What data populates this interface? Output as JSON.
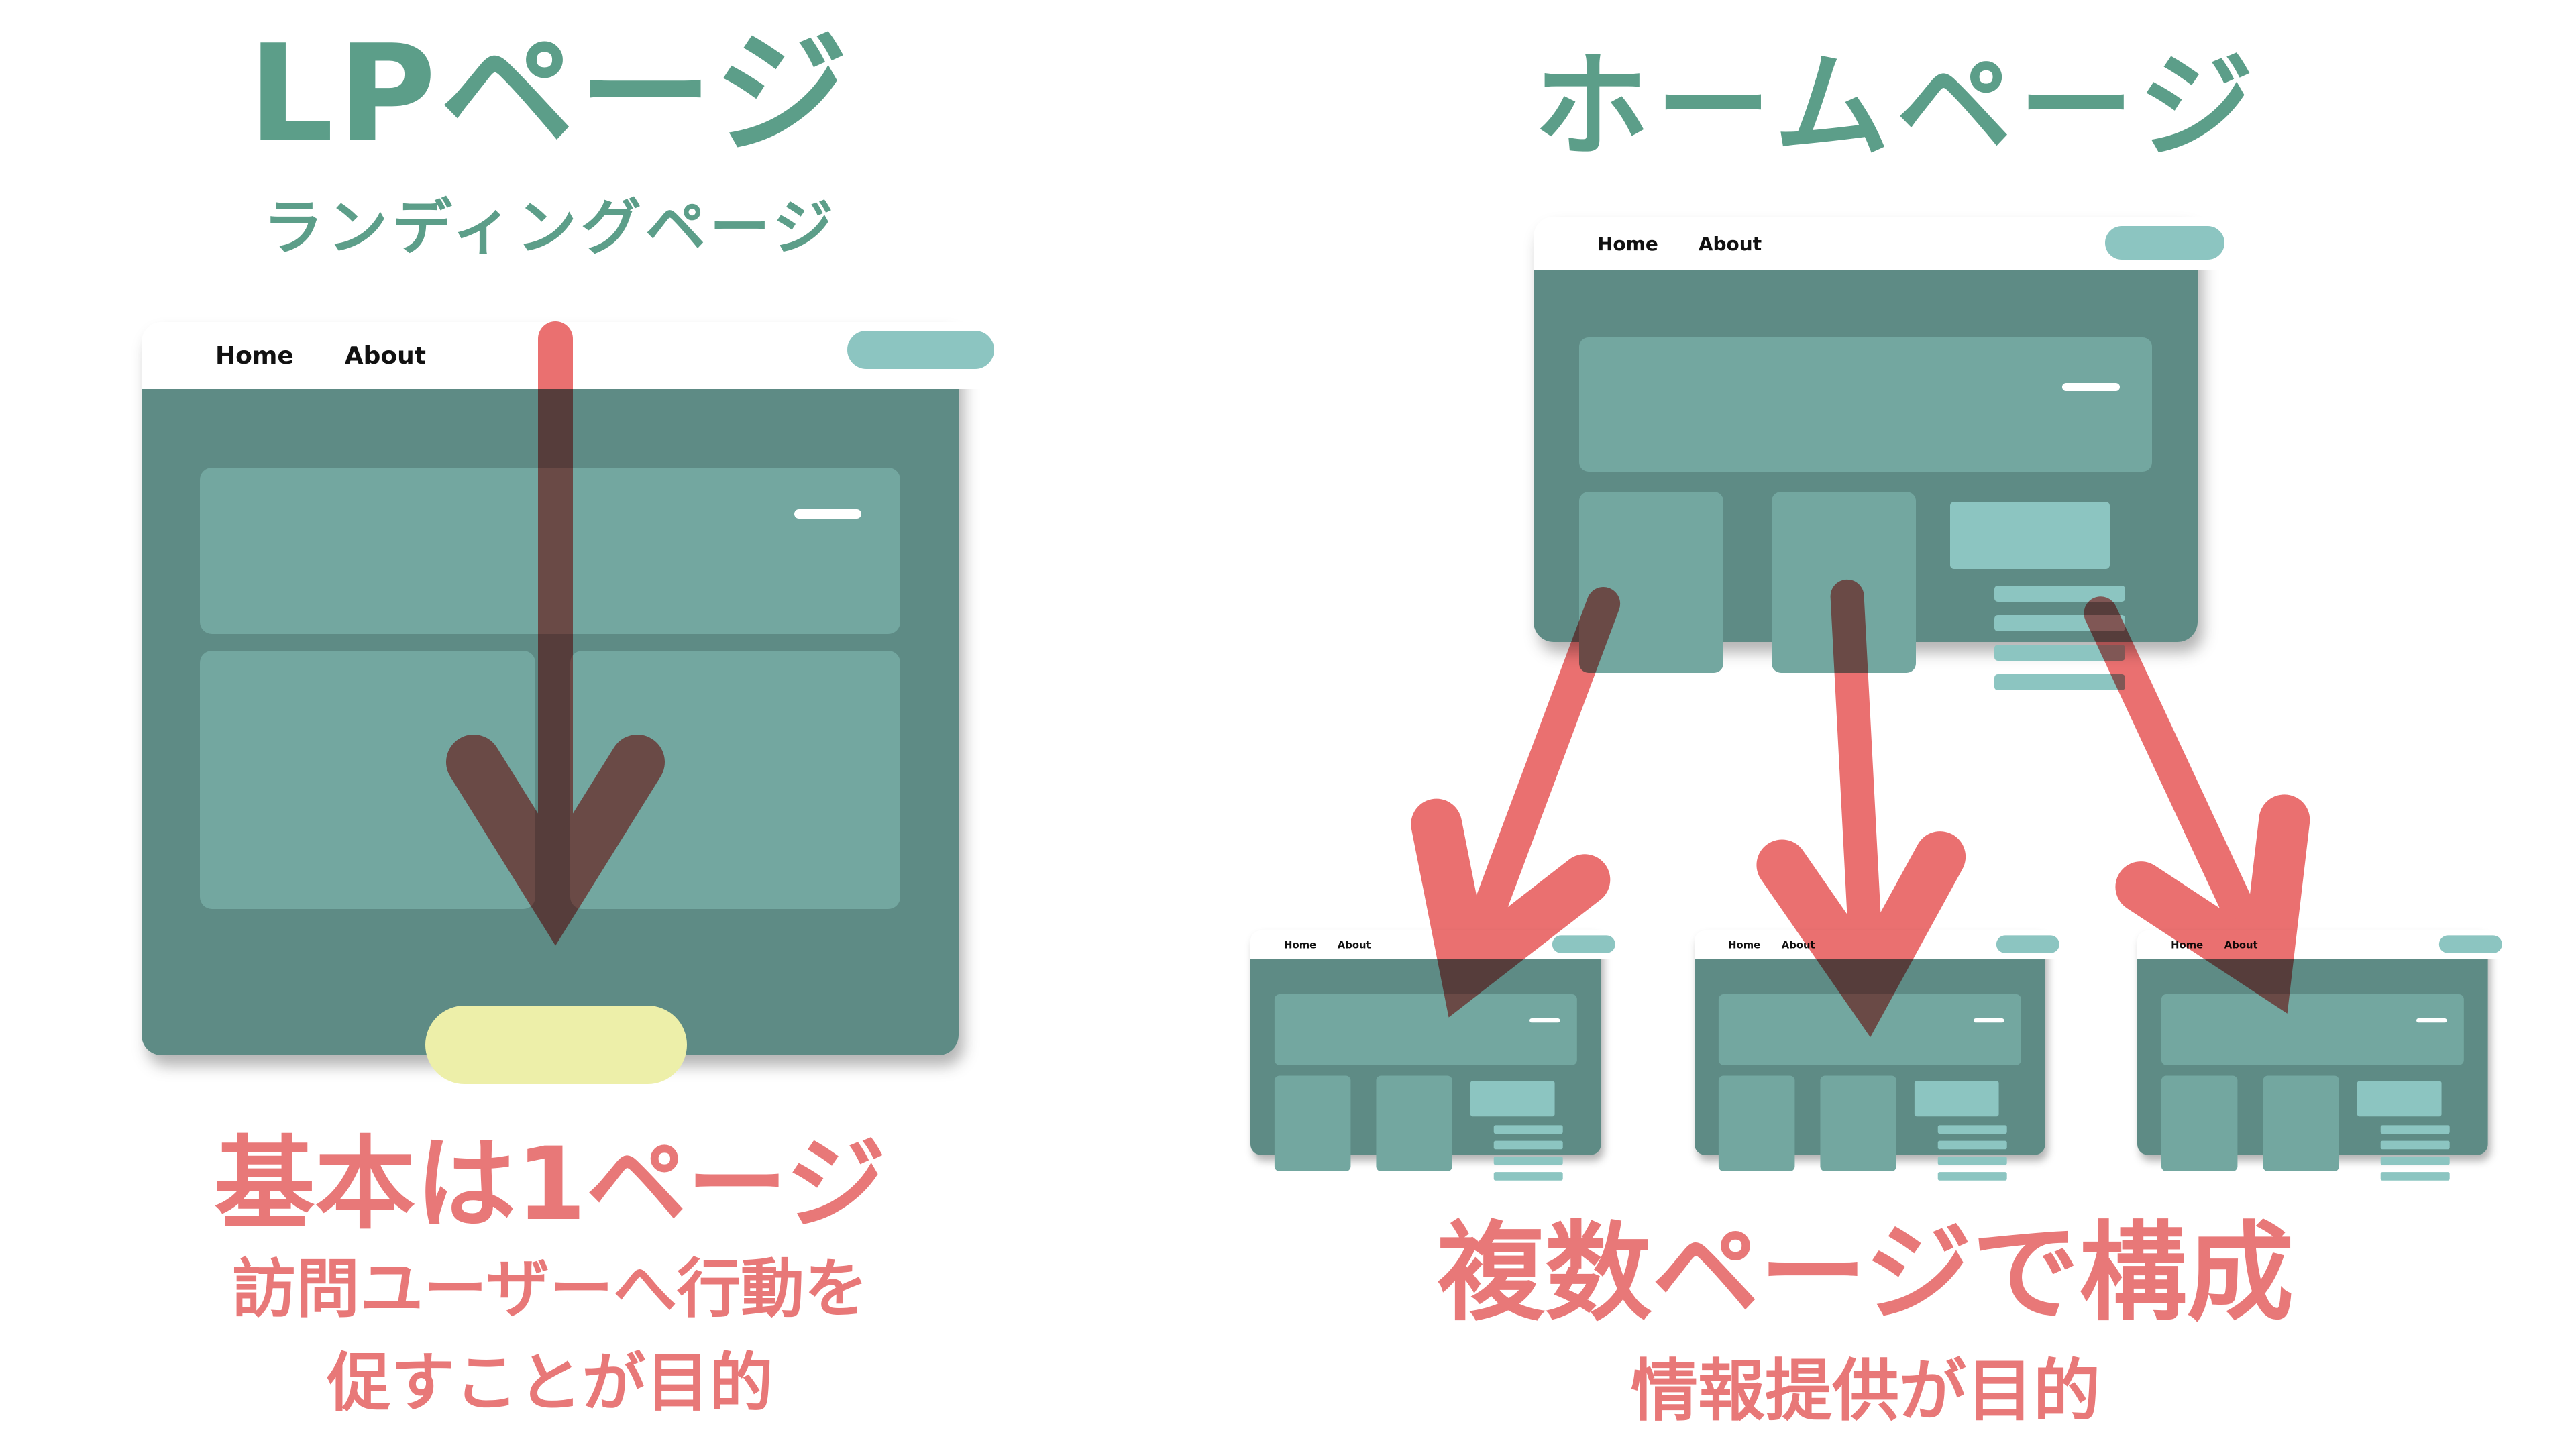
{
  "left": {
    "title": "LPページ",
    "subtitle": "ランディングページ",
    "caption_title": "基本は1ページ",
    "caption_line1": "訪問ユーザーへ行動を",
    "caption_line2": "促すことが目的"
  },
  "right": {
    "title": "ホームページ",
    "caption_title": "複数ページで構成",
    "caption_line1": "情報提供が目的"
  },
  "browser": {
    "nav": {
      "home": "Home",
      "about": "About"
    }
  },
  "icons": {
    "lp_arrow": "down-arrow-icon",
    "branch_arrows": [
      "down-left-arrow-icon",
      "down-arrow-icon",
      "down-right-arrow-icon"
    ],
    "hero_dash": "menu-dash-icon"
  },
  "colors": {
    "background": "#FFFFFF",
    "green": "#5C9E89",
    "salmon": "#E87878",
    "arrow": "#EA7070",
    "teal_body": "#5E8B85",
    "teal_block": "#73A7A0",
    "teal_bright": "#8CC5C1",
    "yellow": "#EDEFA9",
    "nav_text": "#111111"
  }
}
